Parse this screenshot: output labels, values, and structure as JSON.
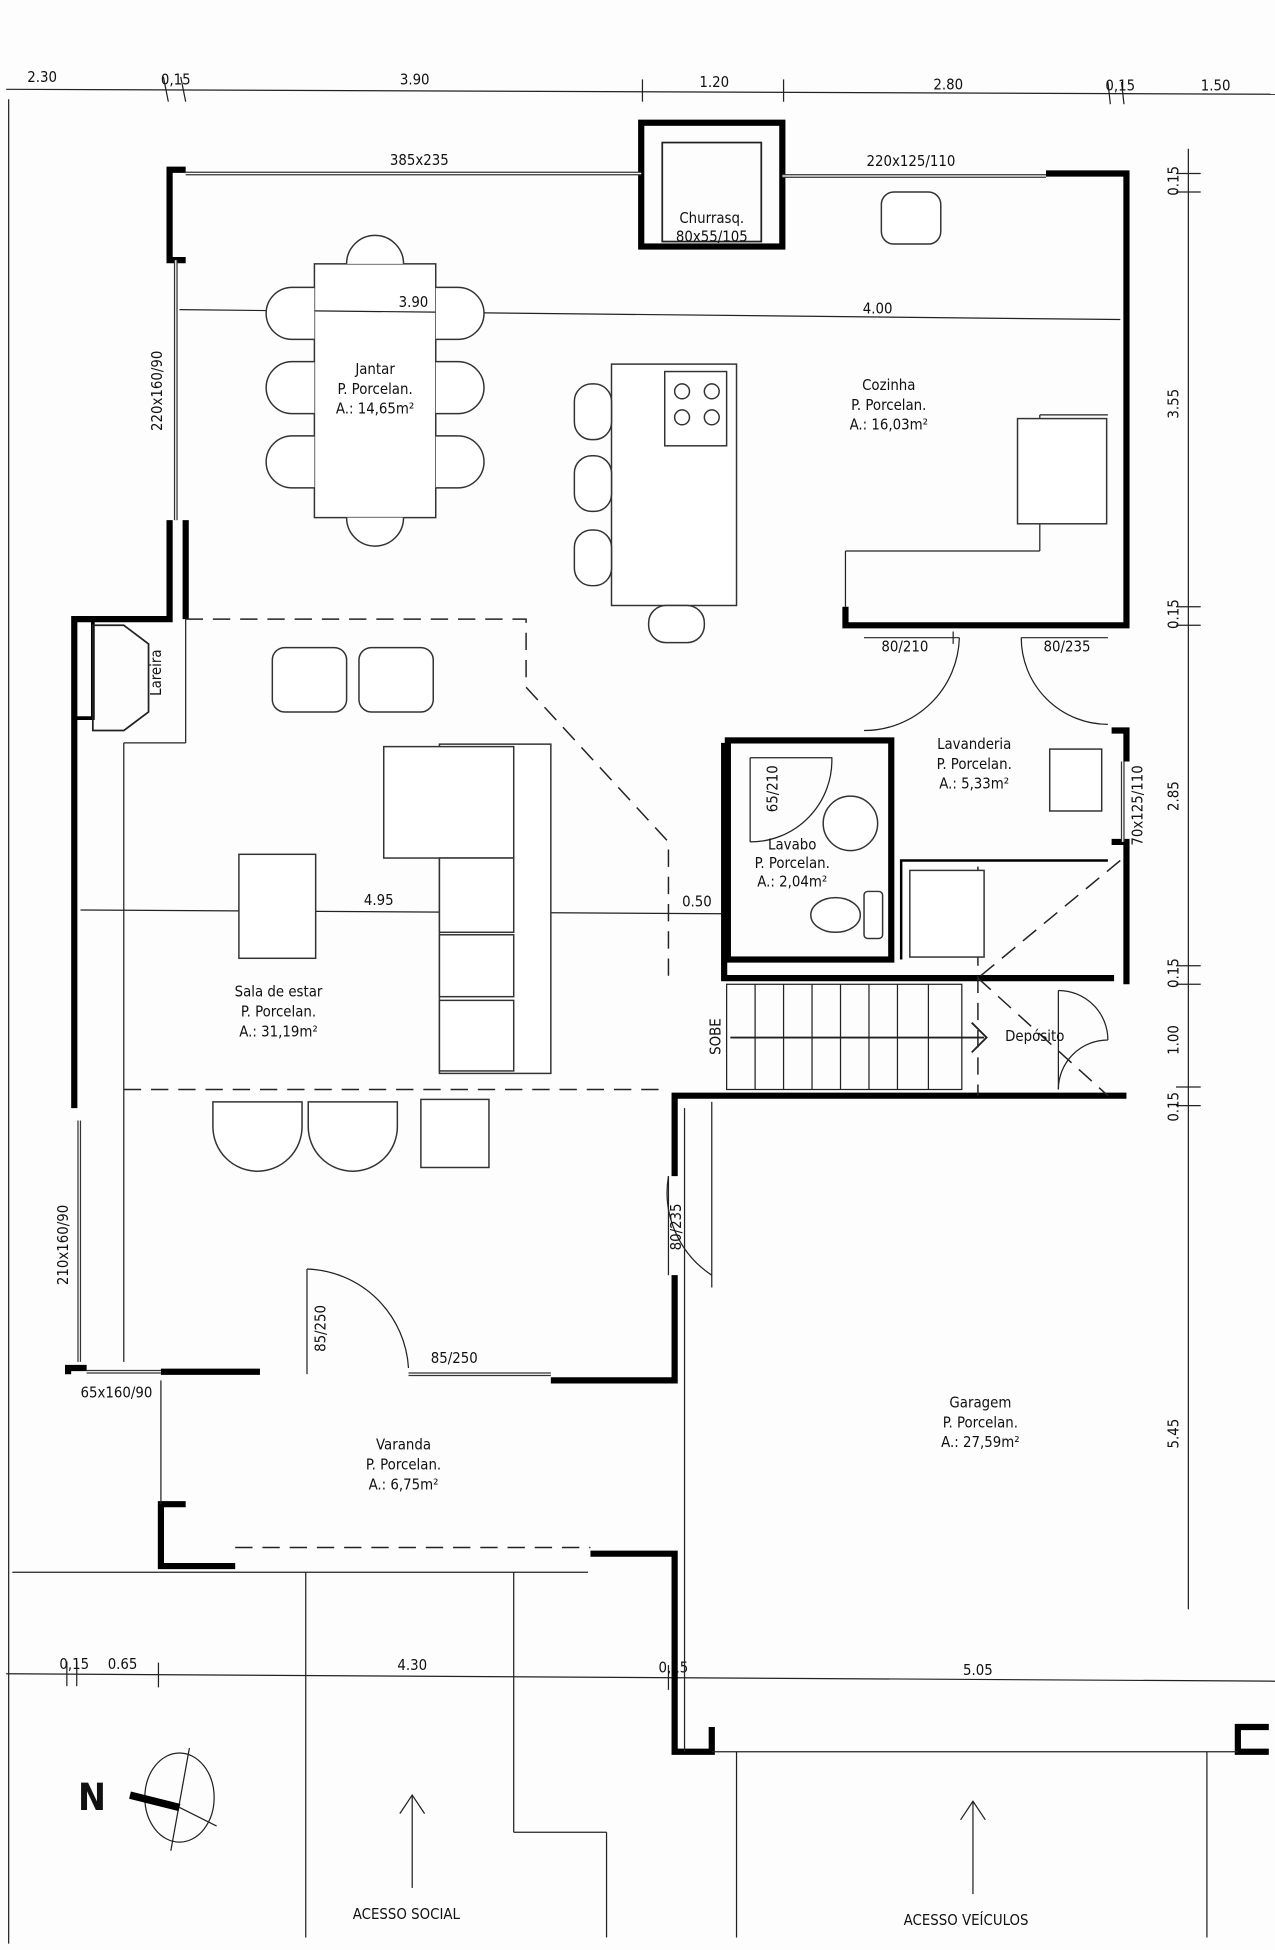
{
  "rooms": [
    {
      "name": "Jantar",
      "floor": "P. Porcelan.",
      "area": "A.: 14,65m²"
    },
    {
      "name": "Cozinha",
      "floor": "P. Porcelan.",
      "area": "A.: 16,03m²"
    },
    {
      "name": "Lavanderia",
      "floor": "P. Porcelan.",
      "area": "A.: 5,33m²"
    },
    {
      "name": "Lavabo",
      "floor": "P. Porcelan.",
      "area": "A.: 2,04m²"
    },
    {
      "name": "Sala de estar",
      "floor": "P. Porcelan.",
      "area": "A.: 31,19m²"
    },
    {
      "name": "Garagem",
      "floor": "P. Porcelan.",
      "area": "A.: 27,59m²"
    },
    {
      "name": "Varanda",
      "floor": "P. Porcelan.",
      "area": "A.: 6,75m²"
    }
  ],
  "labels": {
    "churrasq": "Churrasq.",
    "churrasq_size": "80x55/105",
    "lareira": "Lareira",
    "sobe": "SOBE",
    "deposito": "Depósito",
    "north": "N",
    "acesso_social": "ACESSO SOCIAL",
    "acesso_veiculos": "ACESSO VEÍCULOS"
  },
  "openings": {
    "top_window_left": "385x235",
    "top_window_right": "220x125/110",
    "left_window_dining": "220x160/90",
    "left_window_living": "210x160/90",
    "front_window_small": "65x160/90",
    "entry_door": "85/250",
    "front_door": "85/250",
    "garage_door": "80/235",
    "kitchen_door_1": "80/210",
    "kitchen_door_2": "80/235",
    "lavabo_door": "65/210",
    "laundry_window": "70x125/110"
  },
  "dimensions": {
    "top": [
      "2.30",
      "0,15",
      "3.90",
      "1.20",
      "2.80",
      "0,15",
      "1.50"
    ],
    "bottom": [
      "0,15",
      "0.65",
      "4.30",
      "0,15",
      "5.05"
    ],
    "right": [
      "0.15",
      "3.55",
      "0.15",
      "2.85",
      "0.15",
      "1.00",
      "0.15",
      "5.45"
    ],
    "interior": {
      "dining_width": "3.90",
      "kitchen_width": "4.00",
      "living_width": "4.95",
      "hall_width": "0.50"
    }
  }
}
